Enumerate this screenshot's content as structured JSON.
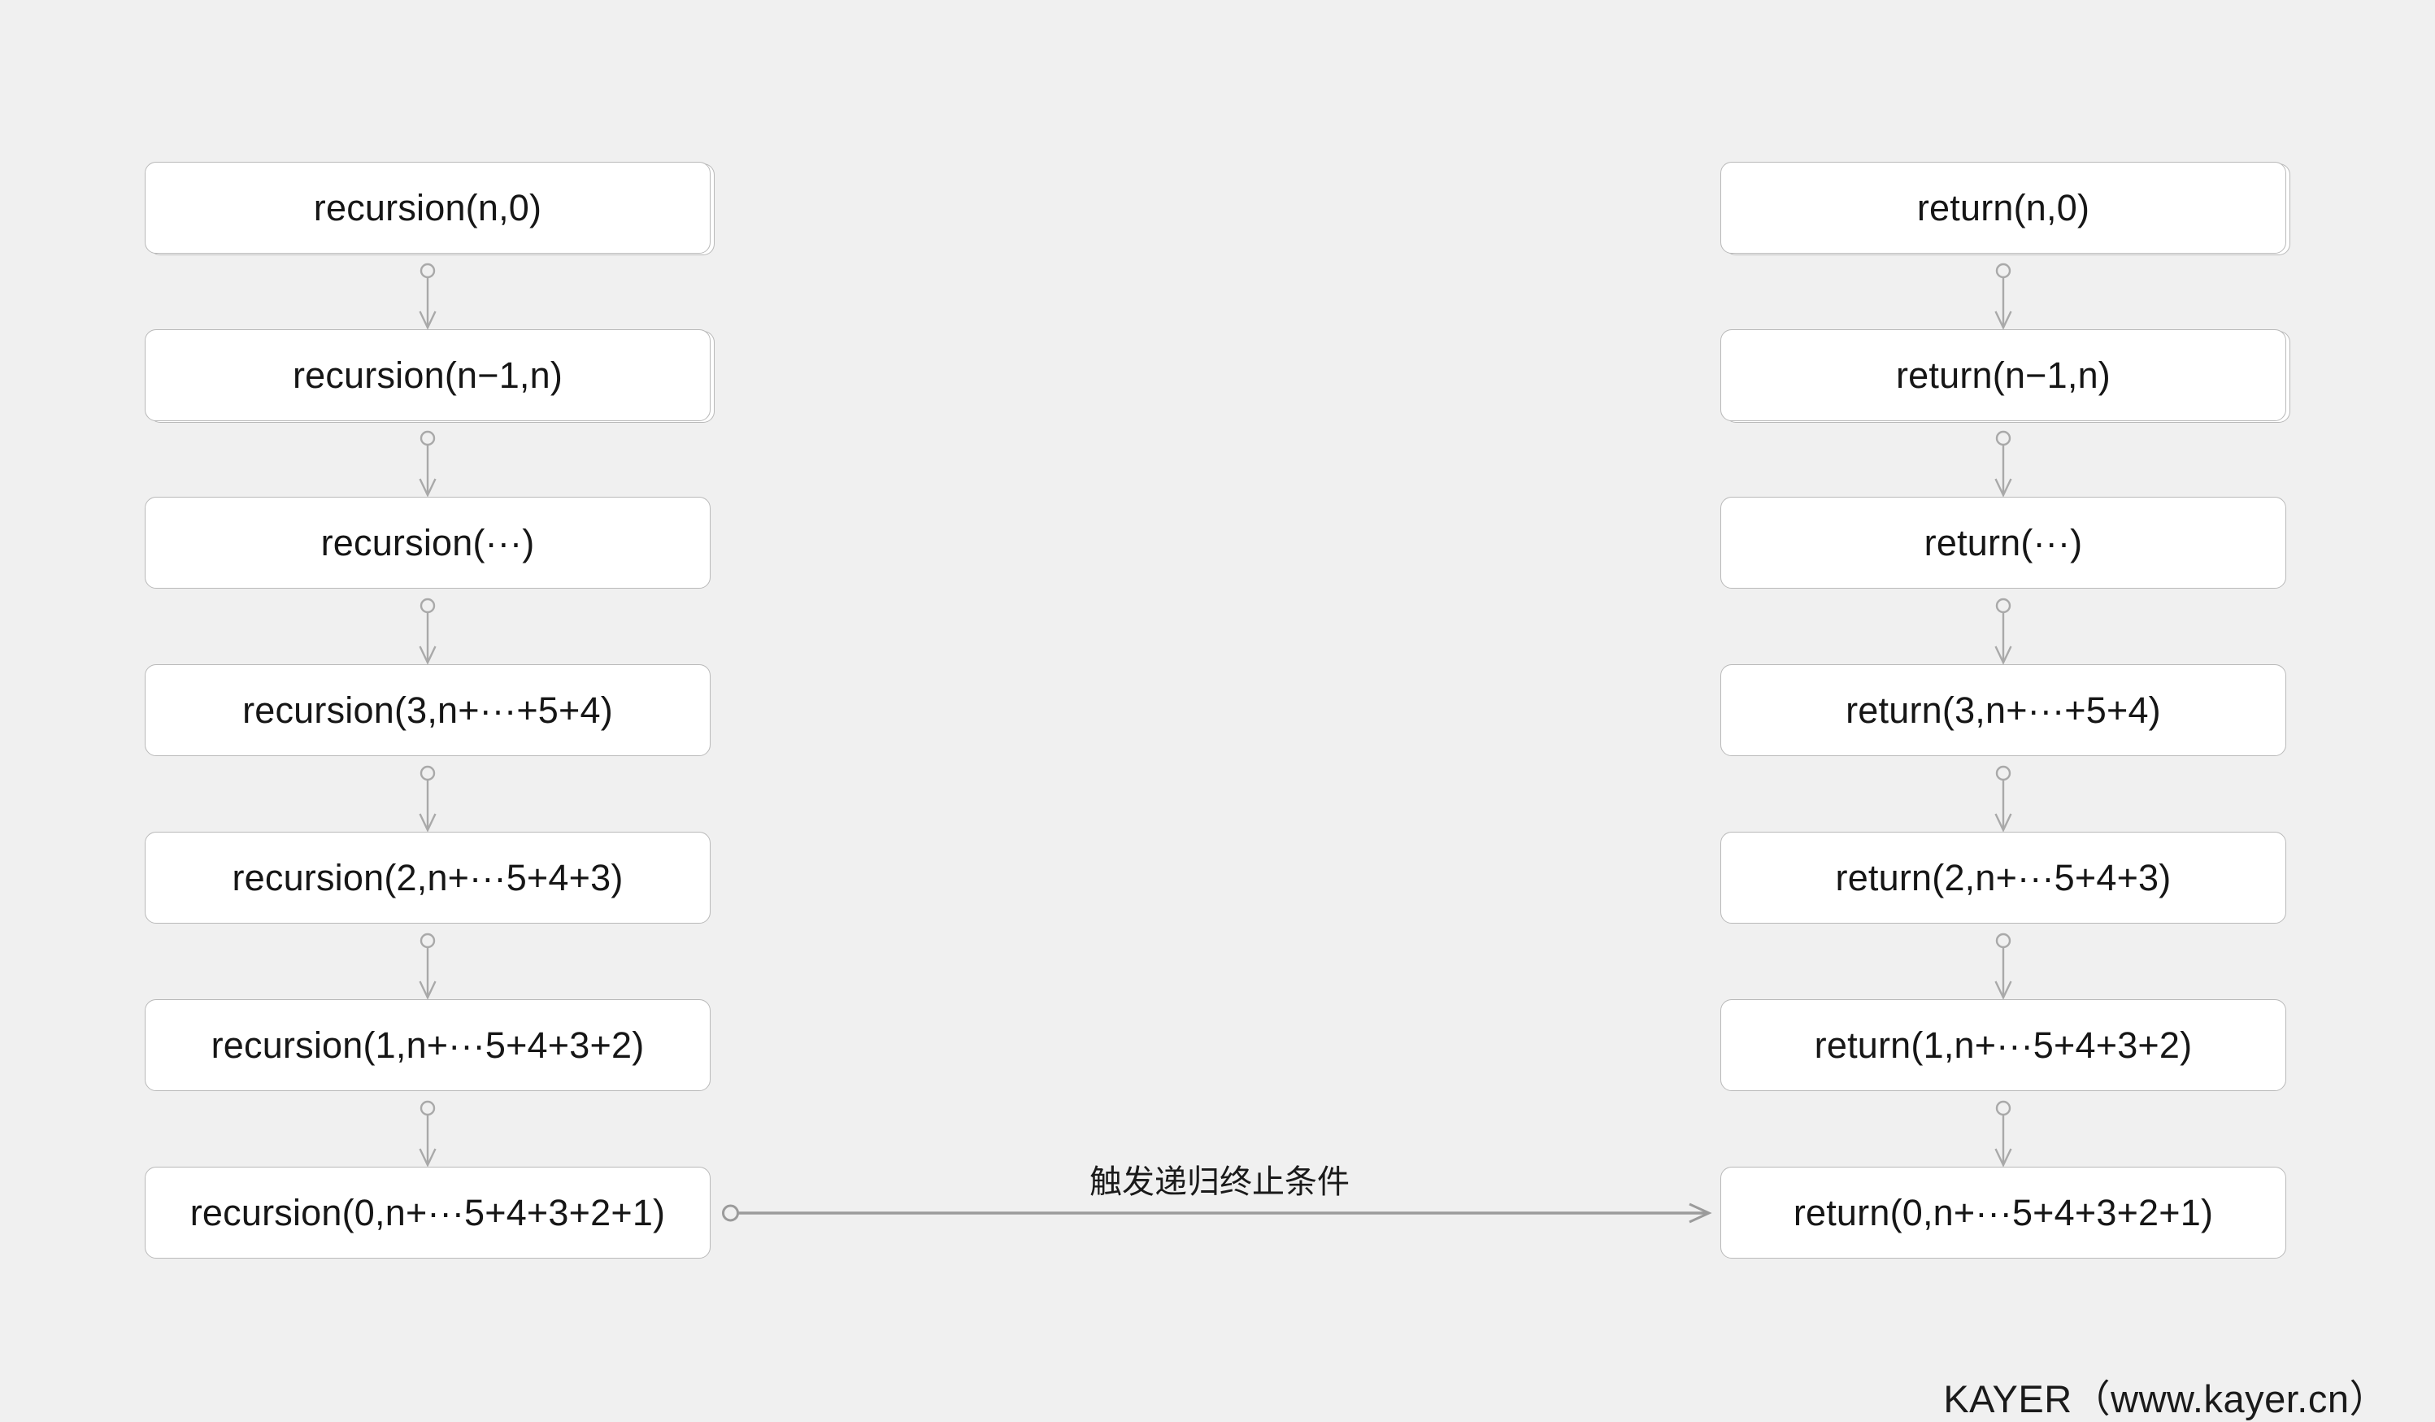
{
  "page": {
    "background_color": "#f0f0f0"
  },
  "diagram": {
    "call_column": {
      "nodes": [
        "recursion(n,0)",
        "recursion(n−1,n)",
        "recursion(···)",
        "recursion(3,n+···+5+4)",
        "recursion(2,n+···5+4+3)",
        "recursion(1,n+···5+4+3+2)",
        "recursion(0,n+···5+4+3+2+1)"
      ]
    },
    "return_column": {
      "nodes": [
        "return(n,0)",
        "return(n−1,n)",
        "return(···)",
        "return(3,n+···+5+4)",
        "return(2,n+···5+4+3)",
        "return(1,n+···5+4+3+2)",
        "return(0,n+···5+4+3+2+1)"
      ]
    },
    "terminate_arrow": {
      "label": "触发递归终止条件"
    }
  },
  "footer": {
    "credit": "KAYER（www.kayer.cn）"
  },
  "colors": {
    "background": "#f0f0f0",
    "box_bg": "#ffffff",
    "box_border": "#b9b9b9",
    "box_text": "#161616",
    "connector": "#a9a9a9",
    "terminate_arrow": "#9b9b9b",
    "label_text": "#1a1a1a"
  }
}
